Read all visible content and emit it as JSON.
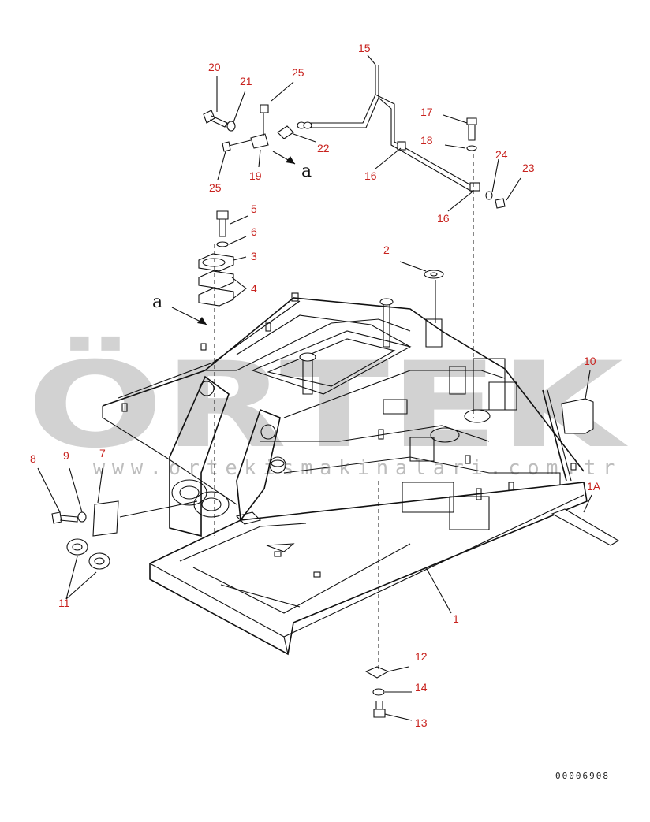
{
  "watermark": {
    "brand": "ÖRTEK",
    "url": "www.ortekismakinalari.com.tr",
    "accent": "#f5c518"
  },
  "drawing_code": "00006908",
  "view_marker": {
    "letter": "a"
  },
  "callouts": [
    {
      "id": "c20",
      "text": "20"
    },
    {
      "id": "c21",
      "text": "21"
    },
    {
      "id": "c25a",
      "text": "25"
    },
    {
      "id": "c15",
      "text": "15"
    },
    {
      "id": "c17",
      "text": "17"
    },
    {
      "id": "c18",
      "text": "18"
    },
    {
      "id": "c22",
      "text": "22"
    },
    {
      "id": "c19",
      "text": "19"
    },
    {
      "id": "c25b",
      "text": "25"
    },
    {
      "id": "c16a",
      "text": "16"
    },
    {
      "id": "c24",
      "text": "24"
    },
    {
      "id": "c23",
      "text": "23"
    },
    {
      "id": "c16b",
      "text": "16"
    },
    {
      "id": "c5",
      "text": "5"
    },
    {
      "id": "c6",
      "text": "6"
    },
    {
      "id": "c3",
      "text": "3"
    },
    {
      "id": "c4",
      "text": "4"
    },
    {
      "id": "c2",
      "text": "2"
    },
    {
      "id": "c10",
      "text": "10"
    },
    {
      "id": "c8",
      "text": "8"
    },
    {
      "id": "c9",
      "text": "9"
    },
    {
      "id": "c7",
      "text": "7"
    },
    {
      "id": "c1A",
      "text": "1A"
    },
    {
      "id": "c11",
      "text": "11"
    },
    {
      "id": "c1",
      "text": "1"
    },
    {
      "id": "c12",
      "text": "12"
    },
    {
      "id": "c14",
      "text": "14"
    },
    {
      "id": "c13",
      "text": "13"
    }
  ]
}
